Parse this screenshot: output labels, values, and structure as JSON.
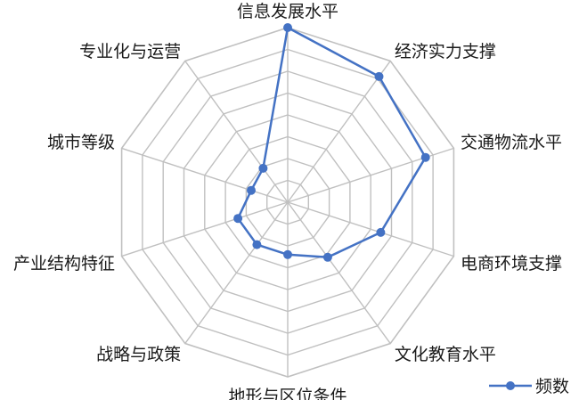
{
  "chart_data": {
    "type": "radar",
    "categories": [
      "信息发展水平",
      "经济实力支撑",
      "交通物流水平",
      "电商环境支撑",
      "文化教育水平",
      "地形与区位条件",
      "战略与政策",
      "产业结构特征",
      "城市等级",
      "专业化与运营"
    ],
    "series": [
      {
        "name": "频数",
        "values": [
          10,
          8.9,
          8.3,
          5.6,
          3.9,
          3.0,
          3.0,
          3.0,
          2.2,
          2.4
        ],
        "color": "#4472c4"
      }
    ],
    "rlim": [
      0,
      10
    ],
    "grid": true,
    "grid_rings": 8,
    "legend_position": "bottom-right"
  }
}
